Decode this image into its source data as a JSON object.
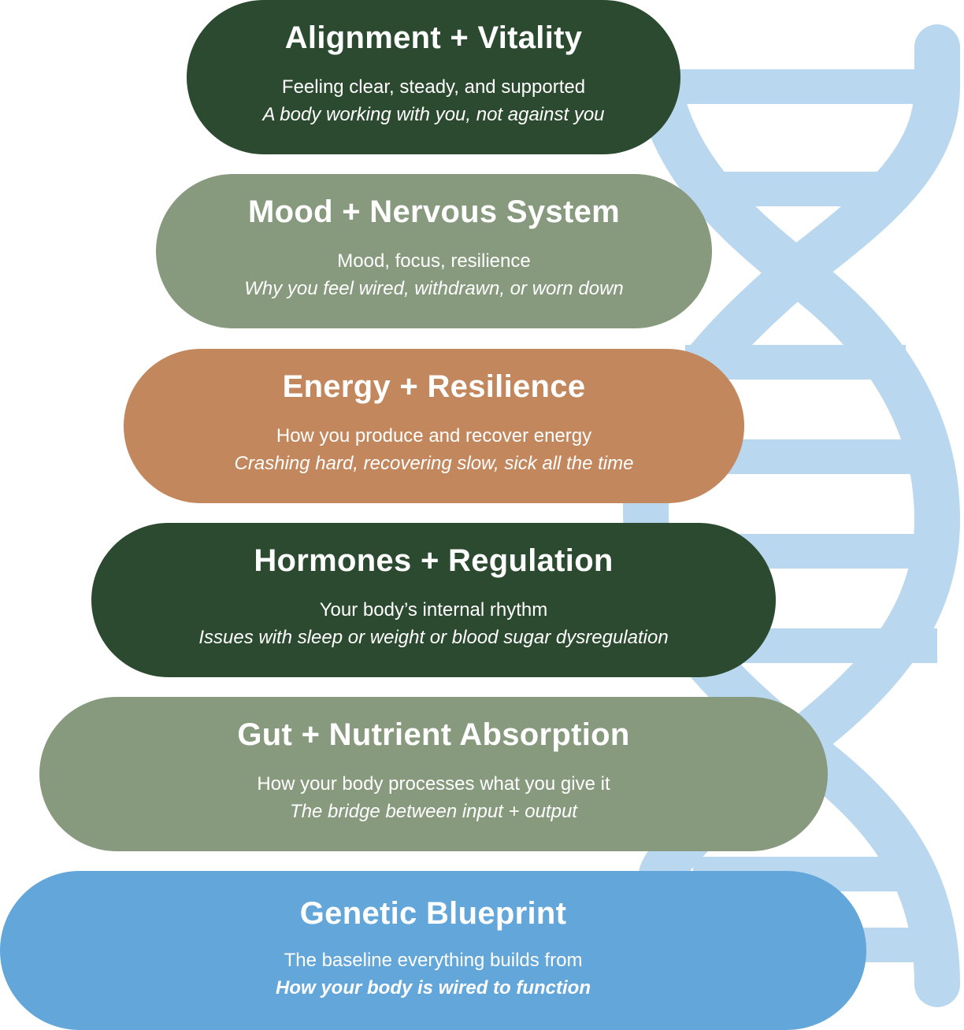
{
  "colors": {
    "dark_green": "#2c4a2f",
    "sage": "#879a7e",
    "terracotta": "#c2875d",
    "blue": "#62a6da",
    "dna_light_blue": "#b9d7ee"
  },
  "layers": [
    {
      "title": "Alignment + Vitality",
      "subtitle": "Feeling clear, steady, and supported",
      "note": "A body working with you, not against you",
      "color": "#2c4a2f"
    },
    {
      "title": "Mood + Nervous System",
      "subtitle": "Mood, focus, resilience",
      "note": "Why you feel wired, withdrawn, or worn down",
      "color": "#879a7e"
    },
    {
      "title": "Energy + Resilience",
      "subtitle": "How you produce and recover energy",
      "note": "Crashing hard, recovering slow, sick all the time",
      "color": "#c2875d"
    },
    {
      "title": "Hormones + Regulation",
      "subtitle": "Your body’s internal rhythm",
      "note": "Issues with sleep or weight or blood sugar dysregulation",
      "color": "#2c4a2f"
    },
    {
      "title": "Gut + Nutrient Absorption",
      "subtitle": "How your body processes what you give it",
      "note": "The bridge between input + output",
      "color": "#879a7e"
    },
    {
      "title": "Genetic Blueprint",
      "subtitle": "The baseline everything builds from",
      "note": "How your body is wired to function",
      "color": "#62a6da"
    }
  ],
  "decoration": {
    "icon": "dna-helix-icon"
  }
}
